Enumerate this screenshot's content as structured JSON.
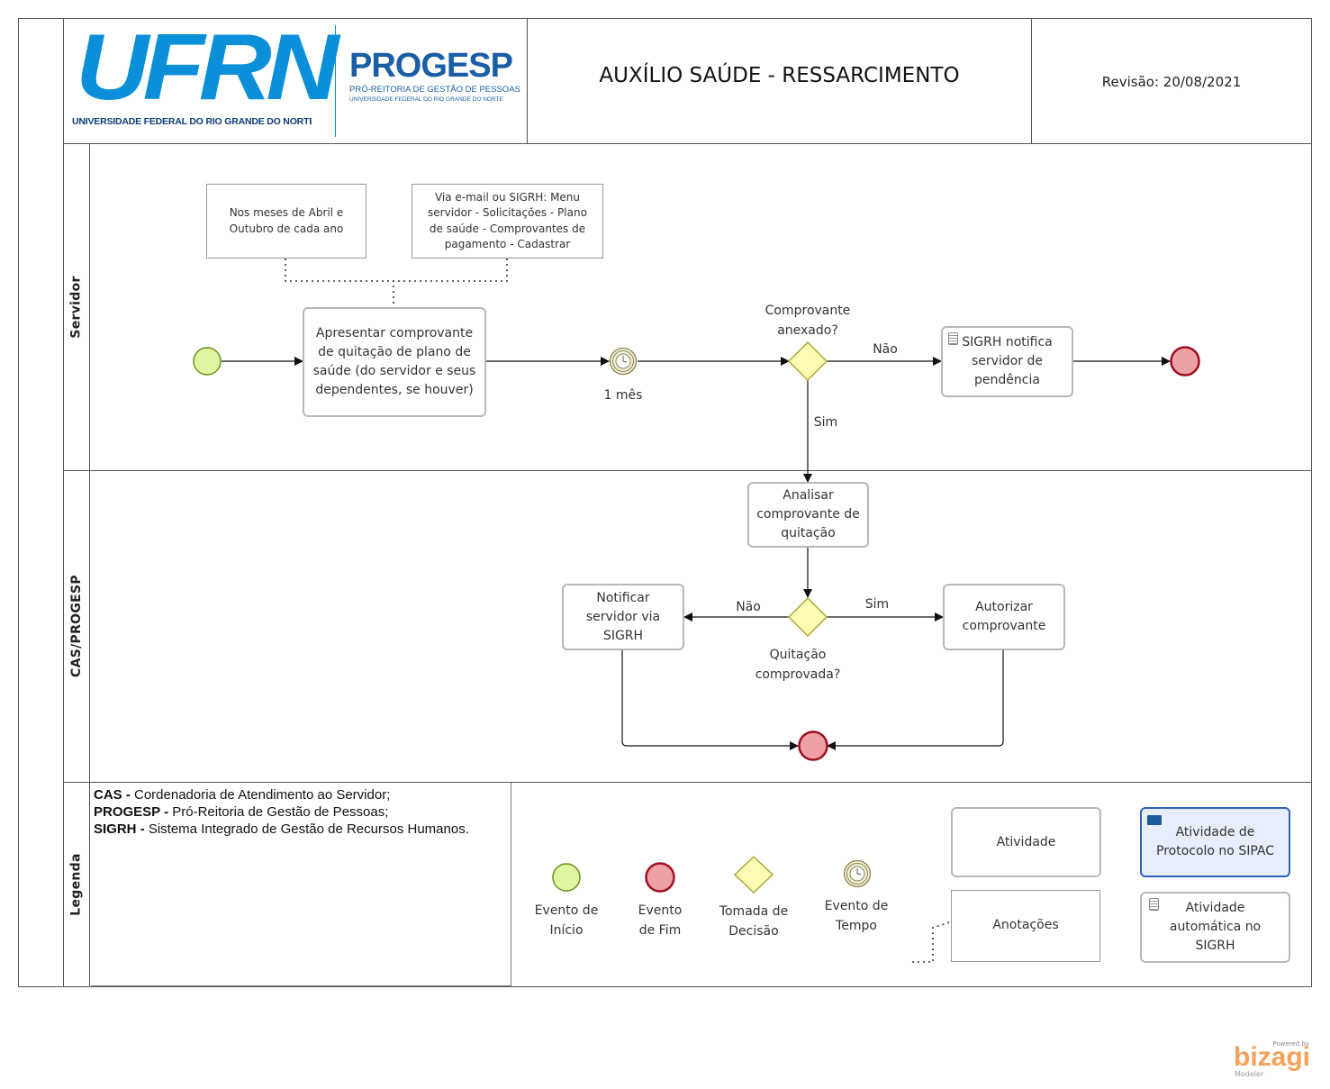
{
  "header": {
    "logo_ufrn": "UFRN",
    "logo_ufrn_subtitle": "UNIVERSIDADE FEDERAL DO RIO GRANDE DO NORTE",
    "logo_progesp": "PROGESP",
    "logo_progesp_line1": "PRÓ-REITORIA DE GESTÃO DE PESSOAS",
    "logo_progesp_line2": "UNIVERSIDADE FEDERAL DO RIO GRANDE DO NORTE",
    "title": "AUXÍLIO SAÚDE - RESSARCIMENTO",
    "revision": "Revisão: 20/08/2021"
  },
  "lanes": {
    "servidor": "Servidor",
    "cas": "CAS/PROGESP",
    "legenda": "Legenda"
  },
  "servidor": {
    "annotation_months": "Nos meses de Abril e Outubro de cada ano",
    "annotation_sigrh": "Via e-mail ou SIGRH:  Menu servidor - Solicitações - Plano de saúde - Comprovantes de pagamento - Cadastrar",
    "task_present": "Apresentar comprovante de quitação de plano de saúde (do servidor e seus dependentes, se houver)",
    "timer_label": "1 mês",
    "gateway_label": "Comprovante anexado?",
    "flow_no": "Não",
    "flow_yes": "Sim",
    "task_notify": "SIGRH notifica servidor de pendência"
  },
  "cas": {
    "task_analyze": "Analisar comprovante de quitação",
    "task_notify": "Notificar servidor via SIGRH",
    "flow_no": "Não",
    "flow_yes": "Sim",
    "gateway_label": "Quitação comprovada?",
    "task_authorize": "Autorizar comprovante"
  },
  "legend": {
    "cas_abbr": "CAS -",
    "cas_desc": " Cordenadoria de Atendimento ao Servidor;",
    "progesp_abbr": "PROGESP -",
    "progesp_desc": " Pró-Reitoria de Gestão de Pessoas;",
    "sigrh_abbr": "SIGRH -",
    "sigrh_desc": " Sistema Integrado de Gestão de Recursos Humanos.",
    "start_event": "Evento de Início",
    "end_event": "Evento de Fim",
    "decision": "Tomada de Decisão",
    "timer_event": "Evento de Tempo",
    "activity": "Atividade",
    "annotations": "Anotações",
    "protocol_activity": "Atividade de Protocolo no SIPAC",
    "auto_activity": "Atividade automática no SIGRH"
  },
  "footer": {
    "powered_by": "Powered by",
    "brand": "bizagi",
    "product": "Modeler"
  },
  "colors": {
    "start_fill": "#dff7a0",
    "start_stroke": "#6a8f1e",
    "end_fill": "#eea0a6",
    "end_stroke": "#9c1020",
    "gateway_fill": "#fbfbb4",
    "gateway_stroke": "#a9a93a",
    "ufrn_blue": "#0a8fd8",
    "protocol_fill": "#e6eefb",
    "protocol_stroke": "#2f63b7",
    "bizagi_orange": "#f2a35c"
  }
}
